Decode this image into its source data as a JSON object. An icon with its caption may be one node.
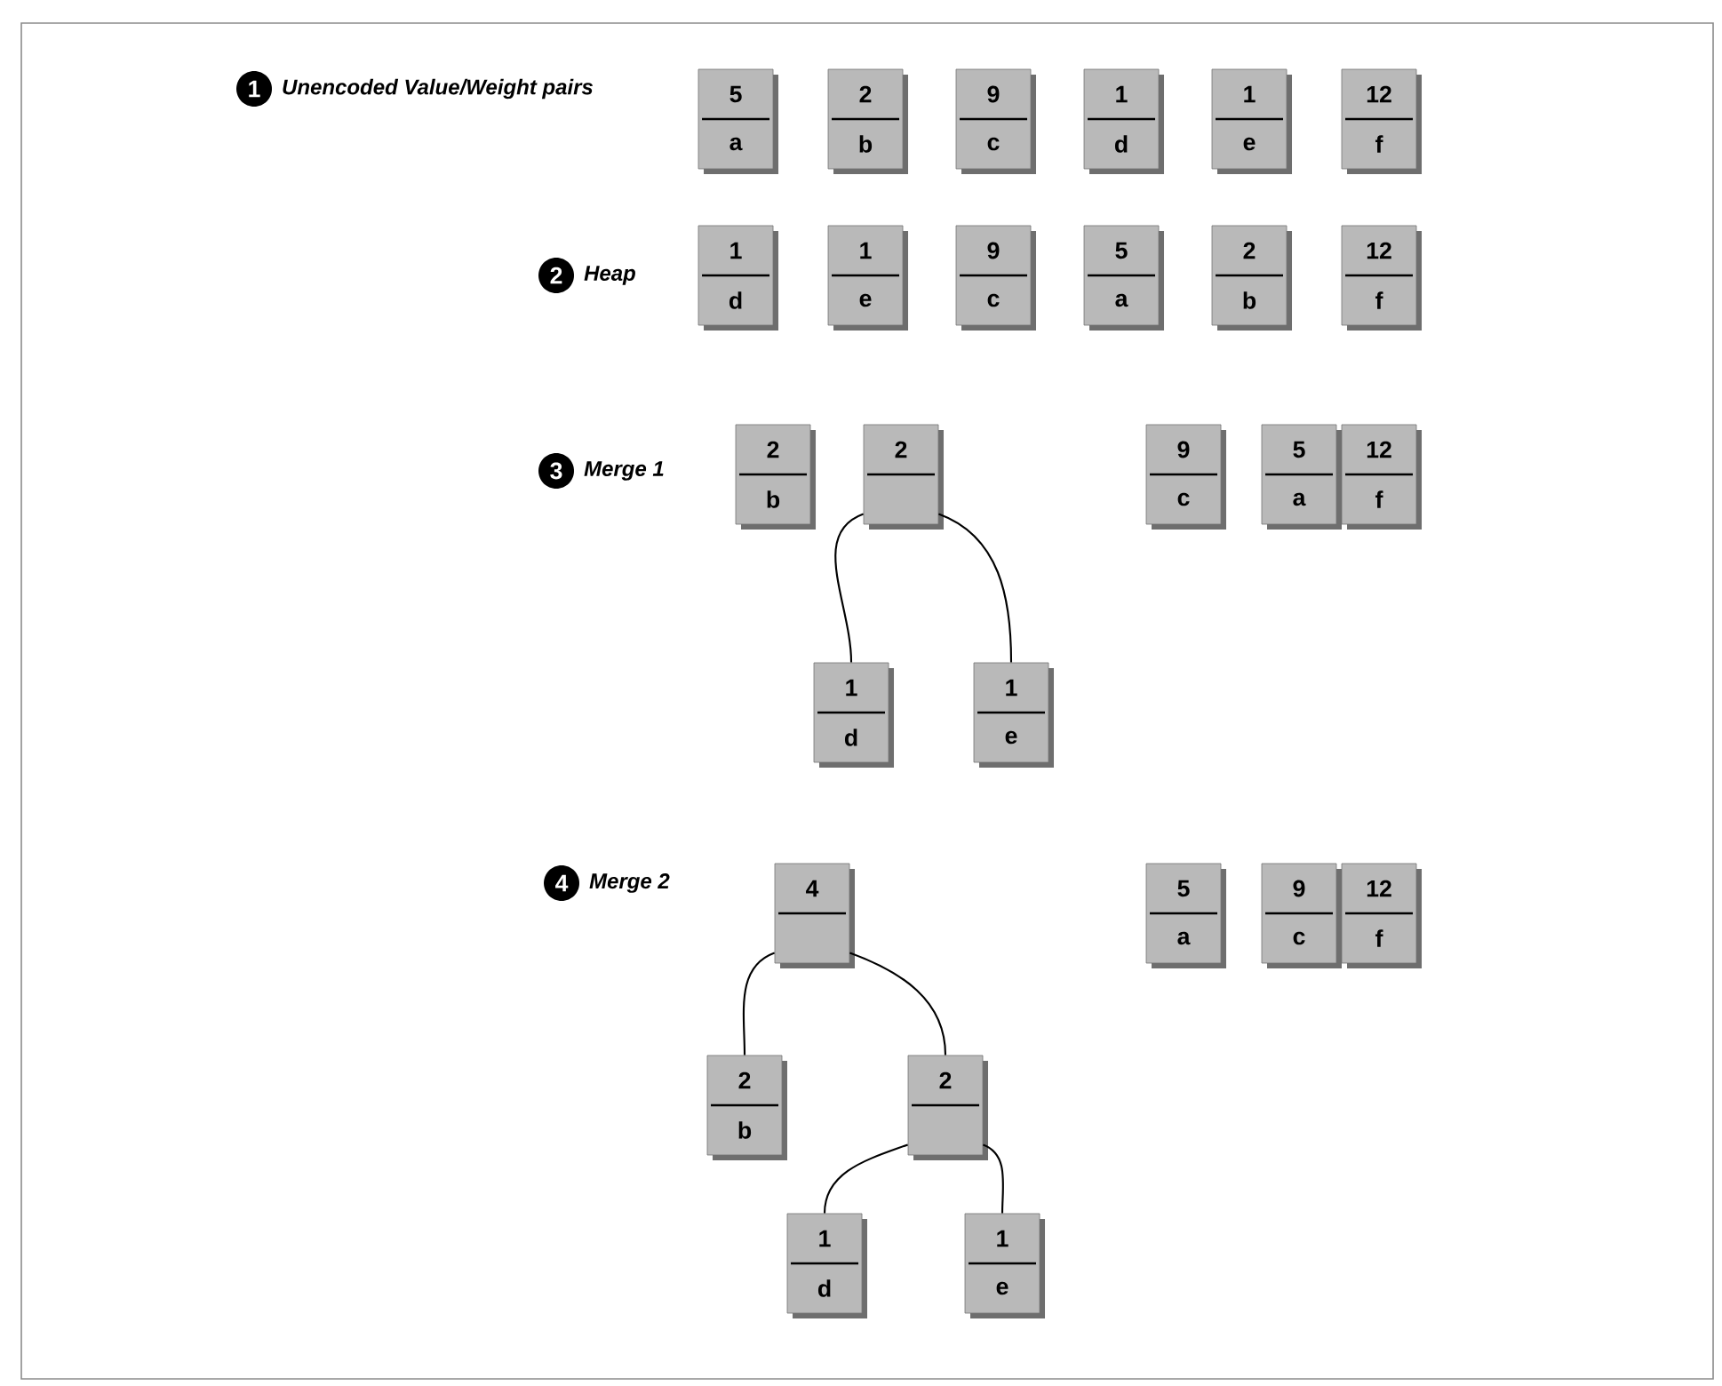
{
  "diagram": {
    "nodes": [
      {
        "text": [
          "1"
        ],
        "beside": [
          "Unencoded Value/Weight pairs"
        ]
      },
      {
        "text": [
          "5",
          "a"
        ]
      },
      {
        "text": [
          "2",
          "b"
        ]
      },
      {
        "text": [
          "9",
          "c"
        ]
      },
      {
        "text": [
          "1",
          "d"
        ]
      },
      {
        "text": [
          "1",
          "e"
        ]
      },
      {
        "text": [
          "12",
          "f"
        ]
      },
      {
        "text": [
          "2"
        ],
        "beside": [
          "Heap"
        ]
      },
      {
        "text": [
          "1",
          "d"
        ]
      },
      {
        "text": [
          "1",
          "e"
        ]
      },
      {
        "text": [
          "9",
          "c"
        ]
      },
      {
        "text": [
          "5",
          "a"
        ]
      },
      {
        "text": [
          "2",
          "b"
        ]
      },
      {
        "text": [
          "12",
          "f"
        ]
      },
      {
        "text": [
          "3"
        ],
        "beside": [
          "Merge 1"
        ]
      },
      {
        "text": [
          "2",
          "b"
        ]
      },
      {
        "text": [
          "2"
        ]
      },
      {
        "text": [
          "9",
          "c"
        ]
      },
      {
        "text": [
          "5",
          "a"
        ]
      },
      {
        "text": [
          "12",
          "f"
        ]
      },
      {
        "text": [
          "1",
          "d"
        ]
      },
      {
        "text": [
          "1",
          "e"
        ]
      },
      {
        "text": [
          "4"
        ],
        "beside": [
          "Merge 2"
        ]
      },
      {
        "text": [
          "4"
        ]
      },
      {
        "text": [
          "5",
          "a"
        ]
      },
      {
        "text": [
          "9",
          "c"
        ]
      },
      {
        "text": [
          "12",
          "f"
        ]
      },
      {
        "text": [
          "2",
          "b"
        ]
      },
      {
        "text": [
          "2"
        ]
      },
      {
        "text": [
          "1",
          "d"
        ]
      },
      {
        "text": [
          "1",
          "e"
        ]
      }
    ],
    "edges": [
      {
        "from": 16,
        "to": 20,
        "arrow": "none"
      },
      {
        "from": 16,
        "to": 21,
        "arrow": "none"
      },
      {
        "from": 23,
        "to": 27,
        "arrow": "none"
      },
      {
        "from": 23,
        "to": 28,
        "arrow": "none"
      },
      {
        "from": 28,
        "to": 29,
        "arrow": "none"
      },
      {
        "from": 28,
        "to": 30,
        "arrow": "none"
      }
    ]
  }
}
